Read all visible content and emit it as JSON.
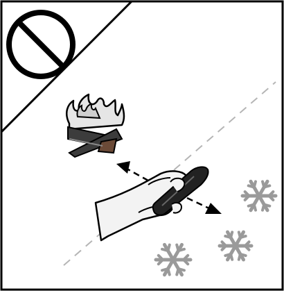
{
  "warning": {
    "symbol": "prohibition-icon",
    "meaning": "prohibited"
  },
  "illustration": {
    "hand_device": "phone-in-hand",
    "arrows": [
      "arrow-toward-fire",
      "arrow-toward-snow"
    ],
    "fire": "campfire",
    "snowflakes": 3
  },
  "colors": {
    "stroke": "#000000",
    "dash": "#b5b5b5",
    "gray_fill": "#c8c8c8",
    "dark_fill": "#3c3c3c",
    "brown": "#6b4a37",
    "snow": "#9a9a9a",
    "hand": "#f3f3f3"
  }
}
